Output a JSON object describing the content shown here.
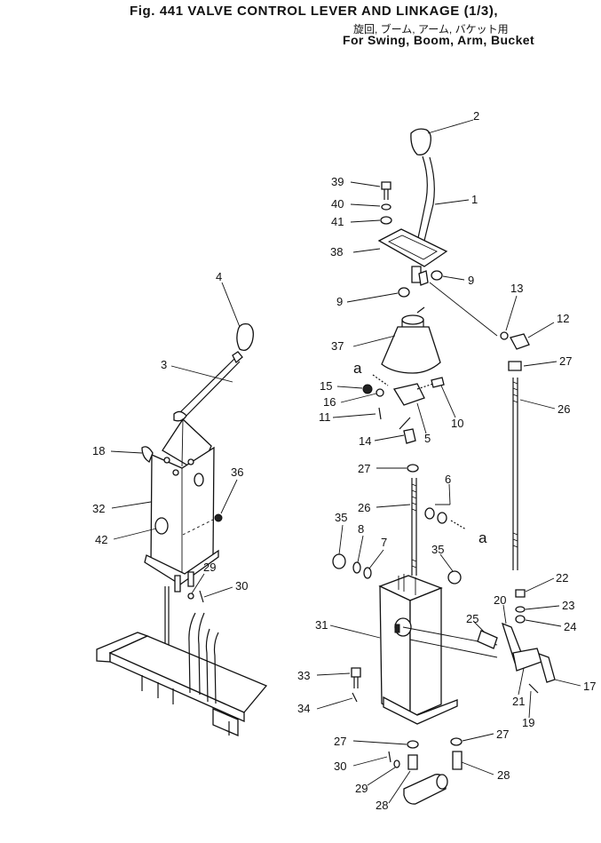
{
  "header": {
    "title": "Fig. 441   VALVE CONTROL LEVER AND LINKAGE (1/3),",
    "subtitle_jp": "旋回, ブーム, アーム, バケット用",
    "subtitle_en": "For Swing, Boom, Arm, Bucket"
  },
  "callouts": {
    "c1": "1",
    "c2": "2",
    "c3": "3",
    "c4": "4",
    "c5": "5",
    "c6": "6",
    "c7": "7",
    "c8": "8",
    "c9a": "9",
    "c9b": "9",
    "c10": "10",
    "c11": "11",
    "c12": "12",
    "c13": "13",
    "c14": "14",
    "c15": "15",
    "c16": "16",
    "c17": "17",
    "c18": "18",
    "c19": "19",
    "c20": "20",
    "c21": "21",
    "c22": "22",
    "c23": "23",
    "c24": "24",
    "c25": "25",
    "c26a": "26",
    "c26b": "26",
    "c27a": "27",
    "c27b": "27",
    "c27c": "27",
    "c27d": "27",
    "c28a": "28",
    "c28b": "28",
    "c29a": "29",
    "c29b": "29",
    "c30a": "30",
    "c30b": "30",
    "c31": "31",
    "c32": "32",
    "c33": "33",
    "c34": "34",
    "c35a": "35",
    "c35b": "35",
    "c36": "36",
    "c37": "37",
    "c38": "38",
    "c39": "39",
    "c40": "40",
    "c41": "41",
    "c42": "42",
    "aa": "a",
    "ab": "a"
  }
}
